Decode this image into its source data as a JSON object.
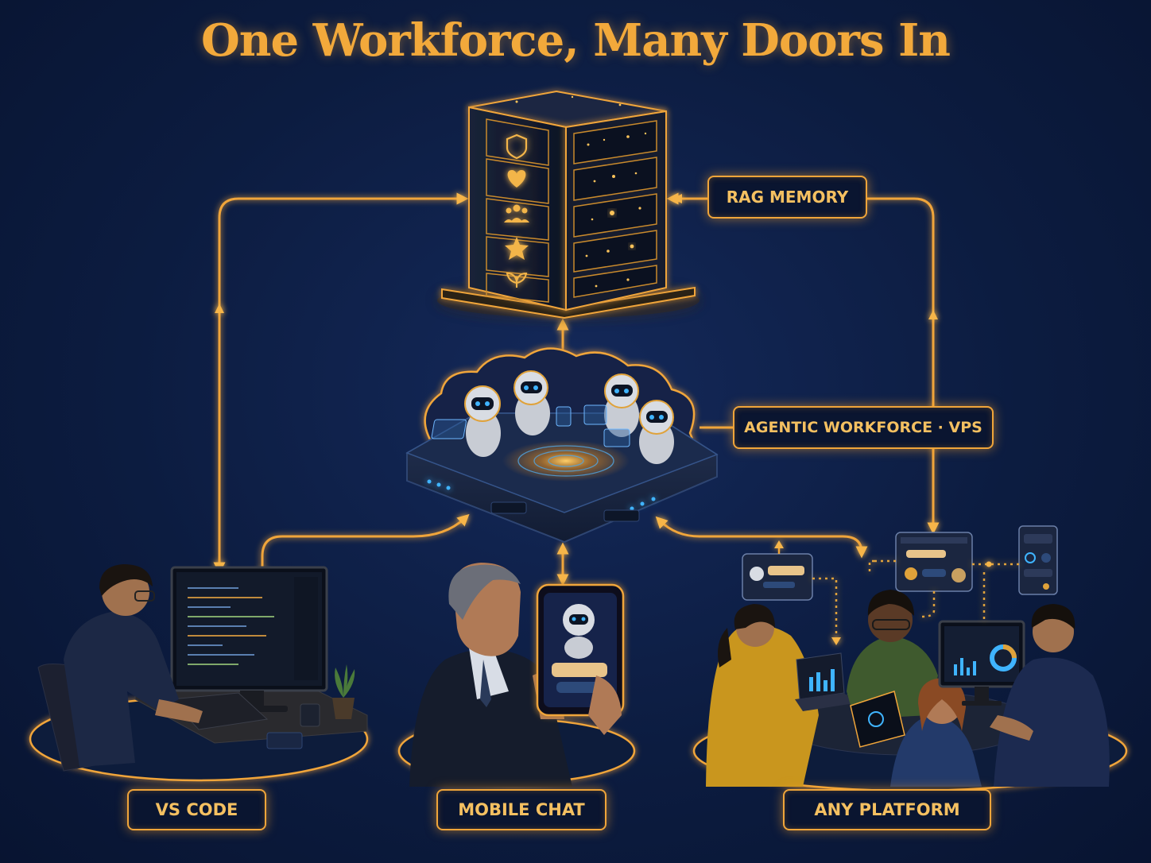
{
  "title": "One Workforce, Many Doors In",
  "labels": {
    "rag_memory": "RAG MEMORY",
    "agentic_workforce": "AGENTIC WORKFORCE · VPS",
    "vs_code": "VS CODE",
    "mobile_chat": "MOBILE CHAT",
    "any_platform": "ANY PLATFORM"
  },
  "colors": {
    "background": "#0b1a3a",
    "accent": "#f0a53a",
    "label_text": "#f4c061",
    "title": "#f2a93b",
    "robot_eye": "#3fb4ff"
  },
  "icons": [
    "shield-icon",
    "heart-icon",
    "people-icon",
    "star-icon",
    "leaf-icon"
  ]
}
